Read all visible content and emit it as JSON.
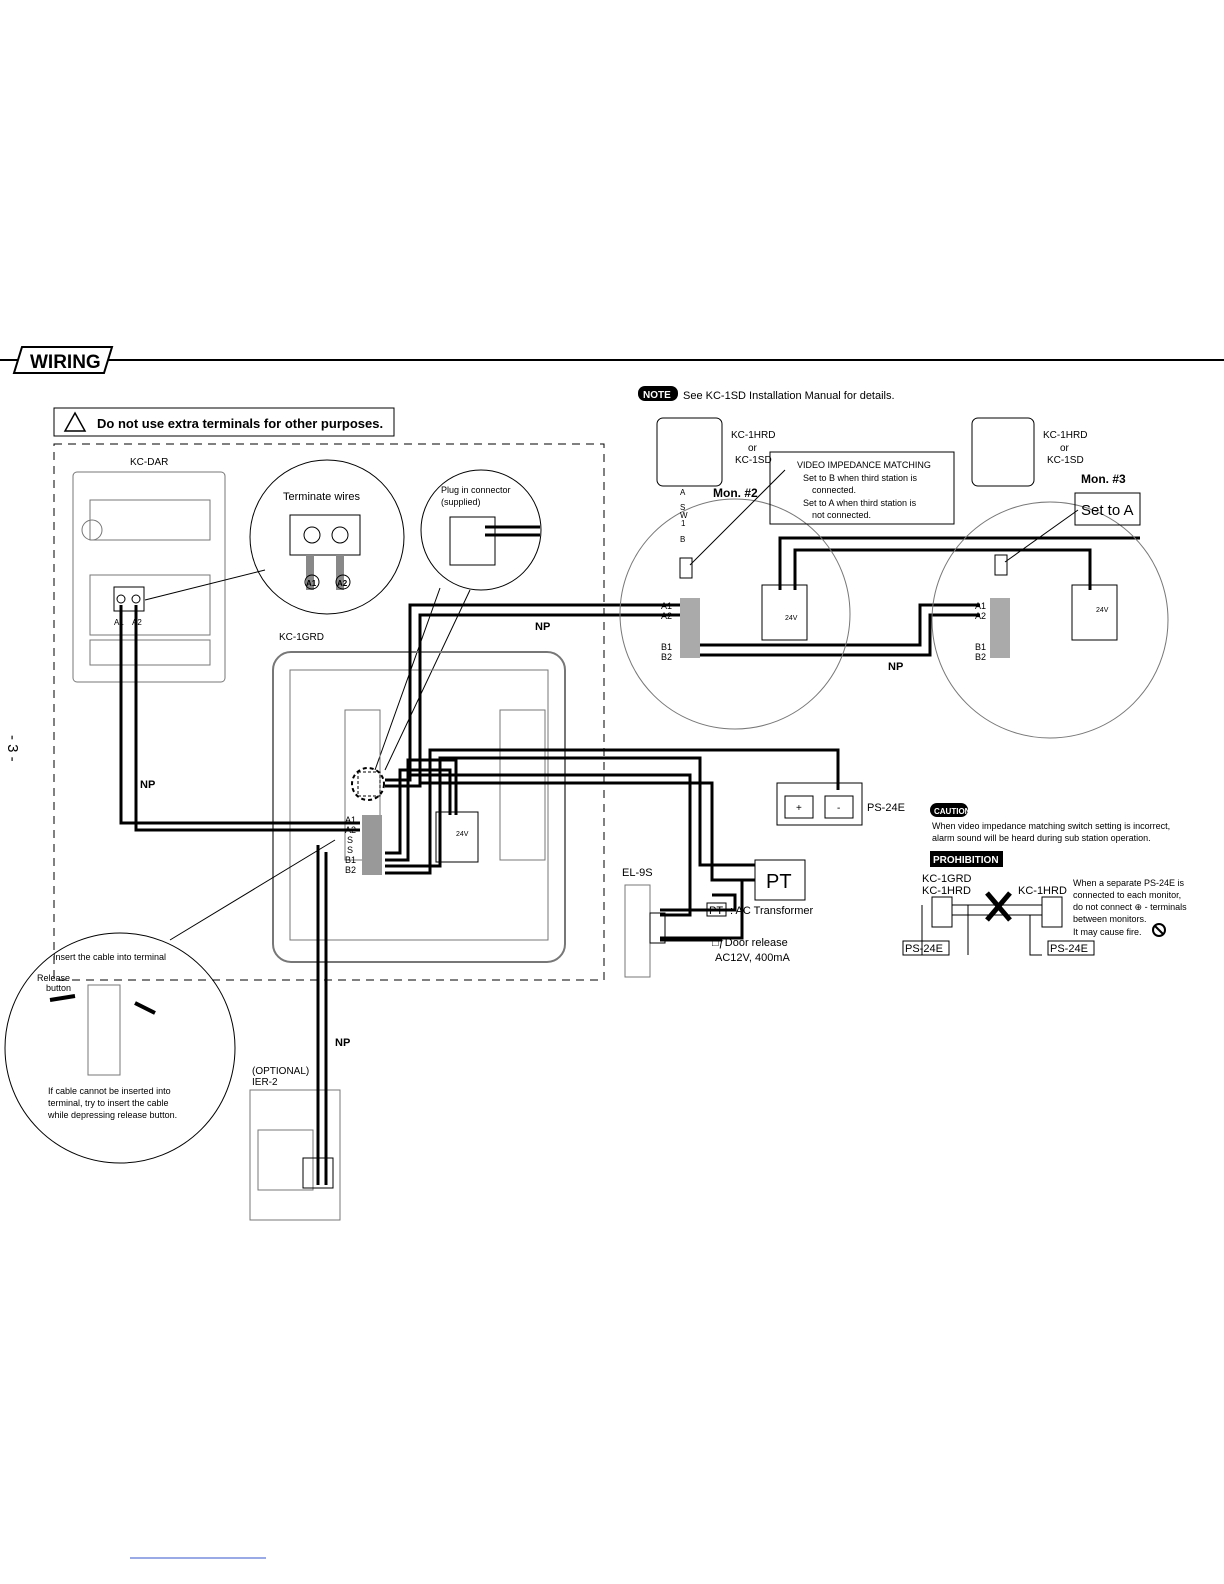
{
  "section_title": "WIRING",
  "page_number": "- 3 -",
  "warning": "Do not use extra terminals for other purposes.",
  "note": {
    "badge": "NOTE",
    "text": "See KC-1SD Installation Manual for details."
  },
  "devices": {
    "kc_dar": "KC-DAR",
    "kc_1grd": "KC-1GRD",
    "monitor_model_1": "KC-1HRD",
    "monitor_or": "or",
    "monitor_model_2": "KC-1SD",
    "mon2": "Mon. #2",
    "mon3": "Mon. #3",
    "ps24e": "PS-24E",
    "el9s": "EL-9S",
    "pt": "PT",
    "optional": "(OPTIONAL)",
    "ier2": "IER-2"
  },
  "callouts": {
    "terminate_wires": "Terminate wires",
    "a1": "A1",
    "a2": "A2",
    "plug_in_1": "Plug in connector",
    "plug_in_2": "(supplied)",
    "set_to_a": "Set to A",
    "sw1": [
      "A",
      "S",
      "W",
      "1",
      "B"
    ],
    "np": "NP"
  },
  "terminals": {
    "a1": "A1",
    "a2": "A2",
    "s1": "S",
    "s2": "S",
    "b1": "B1",
    "b2": "B2",
    "plus": "+",
    "minus": "-",
    "v24": "24V"
  },
  "impedance": {
    "title": "VIDEO IMPEDANCE MATCHING",
    "line1": "Set to B when third station is",
    "line2": "connected.",
    "line3": "Set to A when third station is",
    "line4": "not connected."
  },
  "pt_legend": {
    "box": "PT",
    "text": ": AC Transformer"
  },
  "door_release": {
    "line1": "□ƒDoor release",
    "line2": "AC12V, 400mA"
  },
  "caution": {
    "badge": "CAUTION",
    "line1": "When video impedance matching switch setting is incorrect,",
    "line2": "alarm sound will be heard during sub station operation."
  },
  "prohibition": {
    "badge": "PROHIBITION",
    "left_model_1": "KC-1GRD",
    "left_model_2": "KC-1HRD",
    "right_model": "KC-1HRD",
    "ps_left": "PS-24E",
    "ps_right": "PS-24E",
    "line1": "When a separate PS-24E is",
    "line2": "connected to each monitor,",
    "line3": "do not connect ⊕ - terminals",
    "line4": "between monitors.",
    "line5": "It may cause fire."
  },
  "insert": {
    "title": "Insert the cable into terminal",
    "release_1": "Release",
    "release_2": "button",
    "line1": "If cable cannot be inserted into",
    "line2": "terminal, try to insert the cable",
    "line3": "while depressing release button."
  }
}
